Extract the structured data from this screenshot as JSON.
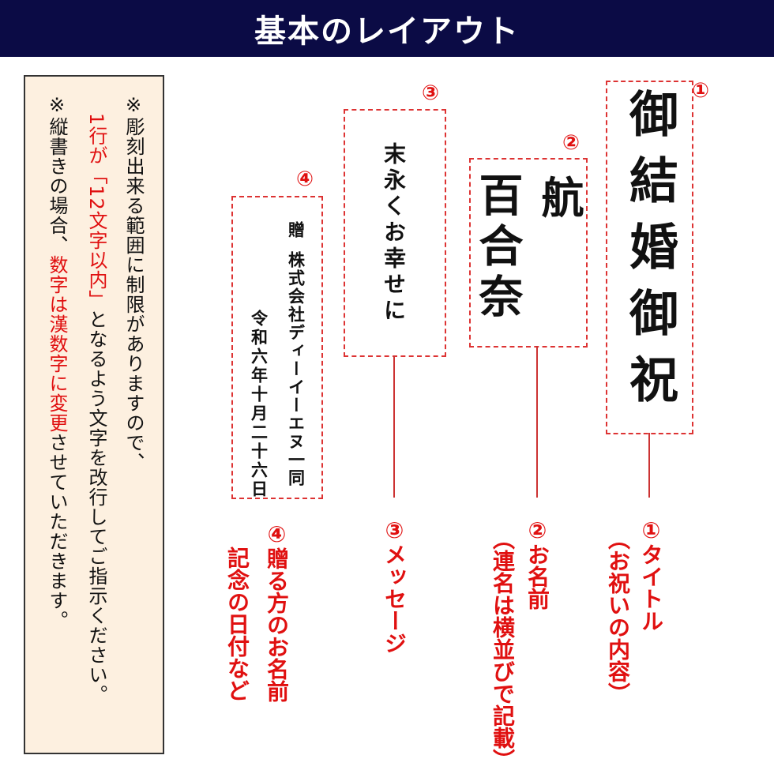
{
  "header": {
    "title": "基本のレイアウト"
  },
  "note": {
    "col1": "※彫刻出来る範囲に制限がありますので、",
    "col2_red": "1行が「12文字以内」",
    "col2_black": "となるよう文字を改行してご指示ください。",
    "col3_black_a": "※縦書きの場合、",
    "col3_red": "数字は漢数字に変更",
    "col3_black_b": "させていただきます。"
  },
  "sample": {
    "title": {
      "marker": "①",
      "text": "御結婚御祝"
    },
    "names": {
      "marker": "②",
      "name1": "航",
      "name2": "百合奈"
    },
    "message": {
      "marker": "③",
      "text": "末永くお幸せに"
    },
    "giver": {
      "marker": "④",
      "gift": "贈",
      "company": "株式会社ディーイーエヌ一同",
      "date": "令和六年十月二十六日"
    }
  },
  "labels": {
    "title_main": "①タイトル",
    "title_sub": "（お祝いの内容）",
    "names_main": "②お名前",
    "names_sub": "（連名は横並びで記載）",
    "message_main": "③メッセージ",
    "giver_main": "④贈る方のお名前",
    "giver_sub": "記念の日付など"
  },
  "colors": {
    "header": "#0b0b45",
    "accent": "#e01010",
    "note_bg": "#fdf0e0"
  }
}
